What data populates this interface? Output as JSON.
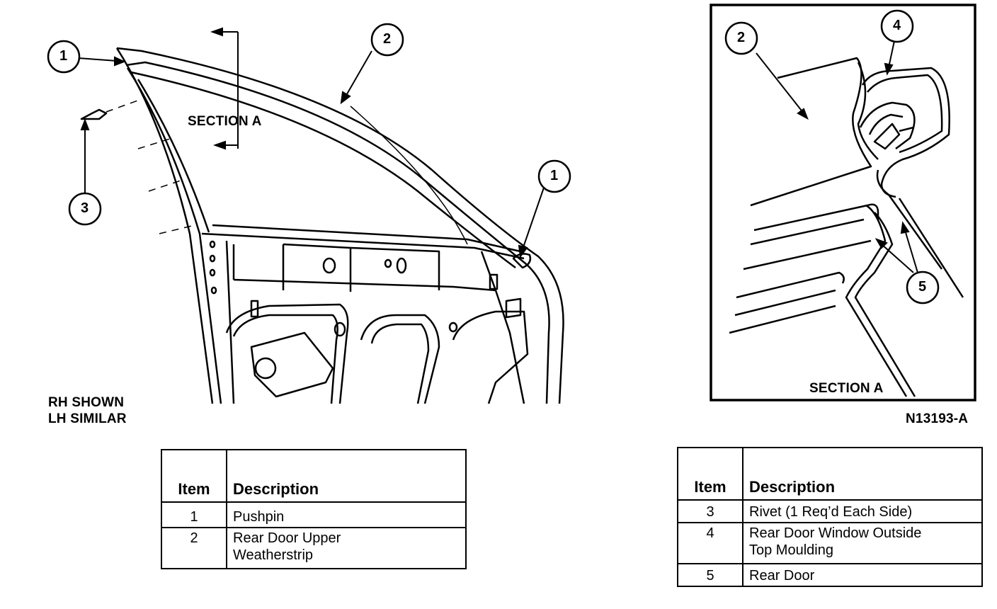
{
  "diagram": {
    "section_label_main": "SECTION A",
    "section_label_inset": "SECTION A",
    "side_note_line1": "RH SHOWN",
    "side_note_line2": "LH SIMILAR",
    "figure_id": "N13193-A",
    "callouts_main": [
      "1",
      "2",
      "3",
      "1"
    ],
    "callouts_inset": [
      "2",
      "4",
      "5"
    ]
  },
  "table_left": {
    "headers": [
      "Item",
      "Description"
    ],
    "rows": [
      {
        "item": "1",
        "desc": "Pushpin"
      },
      {
        "item": "2",
        "desc_line1": "Rear Door Upper",
        "desc_line2": "Weatherstrip"
      }
    ]
  },
  "table_right": {
    "headers": [
      "Item",
      "Description"
    ],
    "rows": [
      {
        "item": "3",
        "desc": "Rivet (1 Req’d Each Side)"
      },
      {
        "item": "4",
        "desc_line1": "Rear Door Window Outside",
        "desc_line2": "Top Moulding"
      },
      {
        "item": "5",
        "desc": "Rear Door"
      }
    ]
  }
}
